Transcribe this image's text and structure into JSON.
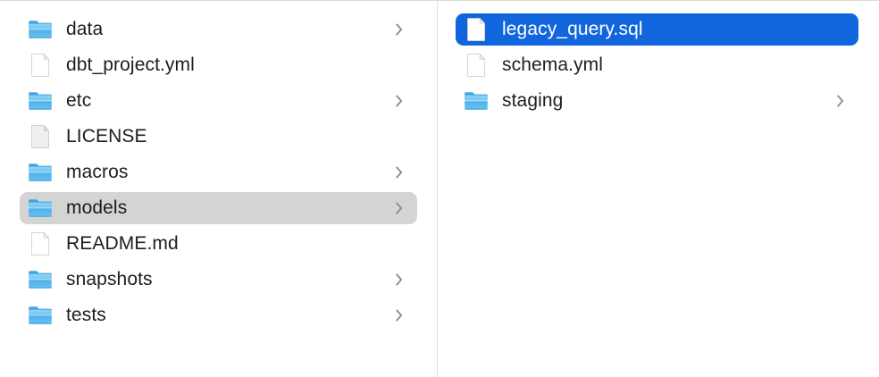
{
  "window": {
    "view_mode": "column",
    "background_color": "#ffffff",
    "divider_color": "#e0e0e2",
    "top_border_color": "#dcdcde",
    "selection_active_color": "#1266dd",
    "selection_inactive_color": "#d4d4d4",
    "text_color": "#1d1d21",
    "folder_icon_color": "#58b9f0",
    "chevron_color": "#8a8a8e"
  },
  "columns": [
    {
      "name": "parent-column",
      "items": [
        {
          "label": "data",
          "kind": "folder",
          "icon": "folder-icon",
          "has_chevron": true,
          "selected": "none"
        },
        {
          "label": "dbt_project.yml",
          "kind": "file",
          "icon": "document-icon",
          "has_chevron": false,
          "selected": "none"
        },
        {
          "label": "etc",
          "kind": "folder",
          "icon": "folder-icon",
          "has_chevron": true,
          "selected": "none"
        },
        {
          "label": "LICENSE",
          "kind": "file",
          "icon": "plain-document-icon",
          "has_chevron": false,
          "selected": "none"
        },
        {
          "label": "macros",
          "kind": "folder",
          "icon": "folder-icon",
          "has_chevron": true,
          "selected": "none"
        },
        {
          "label": "models",
          "kind": "folder",
          "icon": "folder-icon",
          "has_chevron": true,
          "selected": "inactive"
        },
        {
          "label": "README.md",
          "kind": "file",
          "icon": "document-icon",
          "has_chevron": false,
          "selected": "none"
        },
        {
          "label": "snapshots",
          "kind": "folder",
          "icon": "folder-icon",
          "has_chevron": true,
          "selected": "none"
        },
        {
          "label": "tests",
          "kind": "folder",
          "icon": "folder-icon",
          "has_chevron": true,
          "selected": "none"
        }
      ]
    },
    {
      "name": "child-column",
      "items": [
        {
          "label": "legacy_query.sql",
          "kind": "file",
          "icon": "document-icon",
          "has_chevron": false,
          "selected": "active"
        },
        {
          "label": "schema.yml",
          "kind": "file",
          "icon": "document-icon",
          "has_chevron": false,
          "selected": "none"
        },
        {
          "label": "staging",
          "kind": "folder",
          "icon": "folder-icon",
          "has_chevron": true,
          "selected": "none"
        }
      ]
    }
  ]
}
